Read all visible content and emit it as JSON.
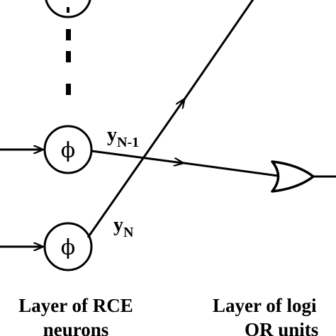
{
  "neurons": {
    "symbol": "ϕ",
    "outputs": [
      {
        "var": "y",
        "subscript": "N-1"
      },
      {
        "var": "y",
        "subscript": "N"
      }
    ]
  },
  "continuation_dots": [
    ".",
    ".",
    ".",
    "."
  ],
  "captions": {
    "left": {
      "line1": "Layer of RCE",
      "line2": "neurons"
    },
    "right": {
      "line1": "Layer of logi",
      "line2": "OR units"
    }
  },
  "colors": {
    "stroke": "#000000",
    "background": "#ffffff"
  }
}
